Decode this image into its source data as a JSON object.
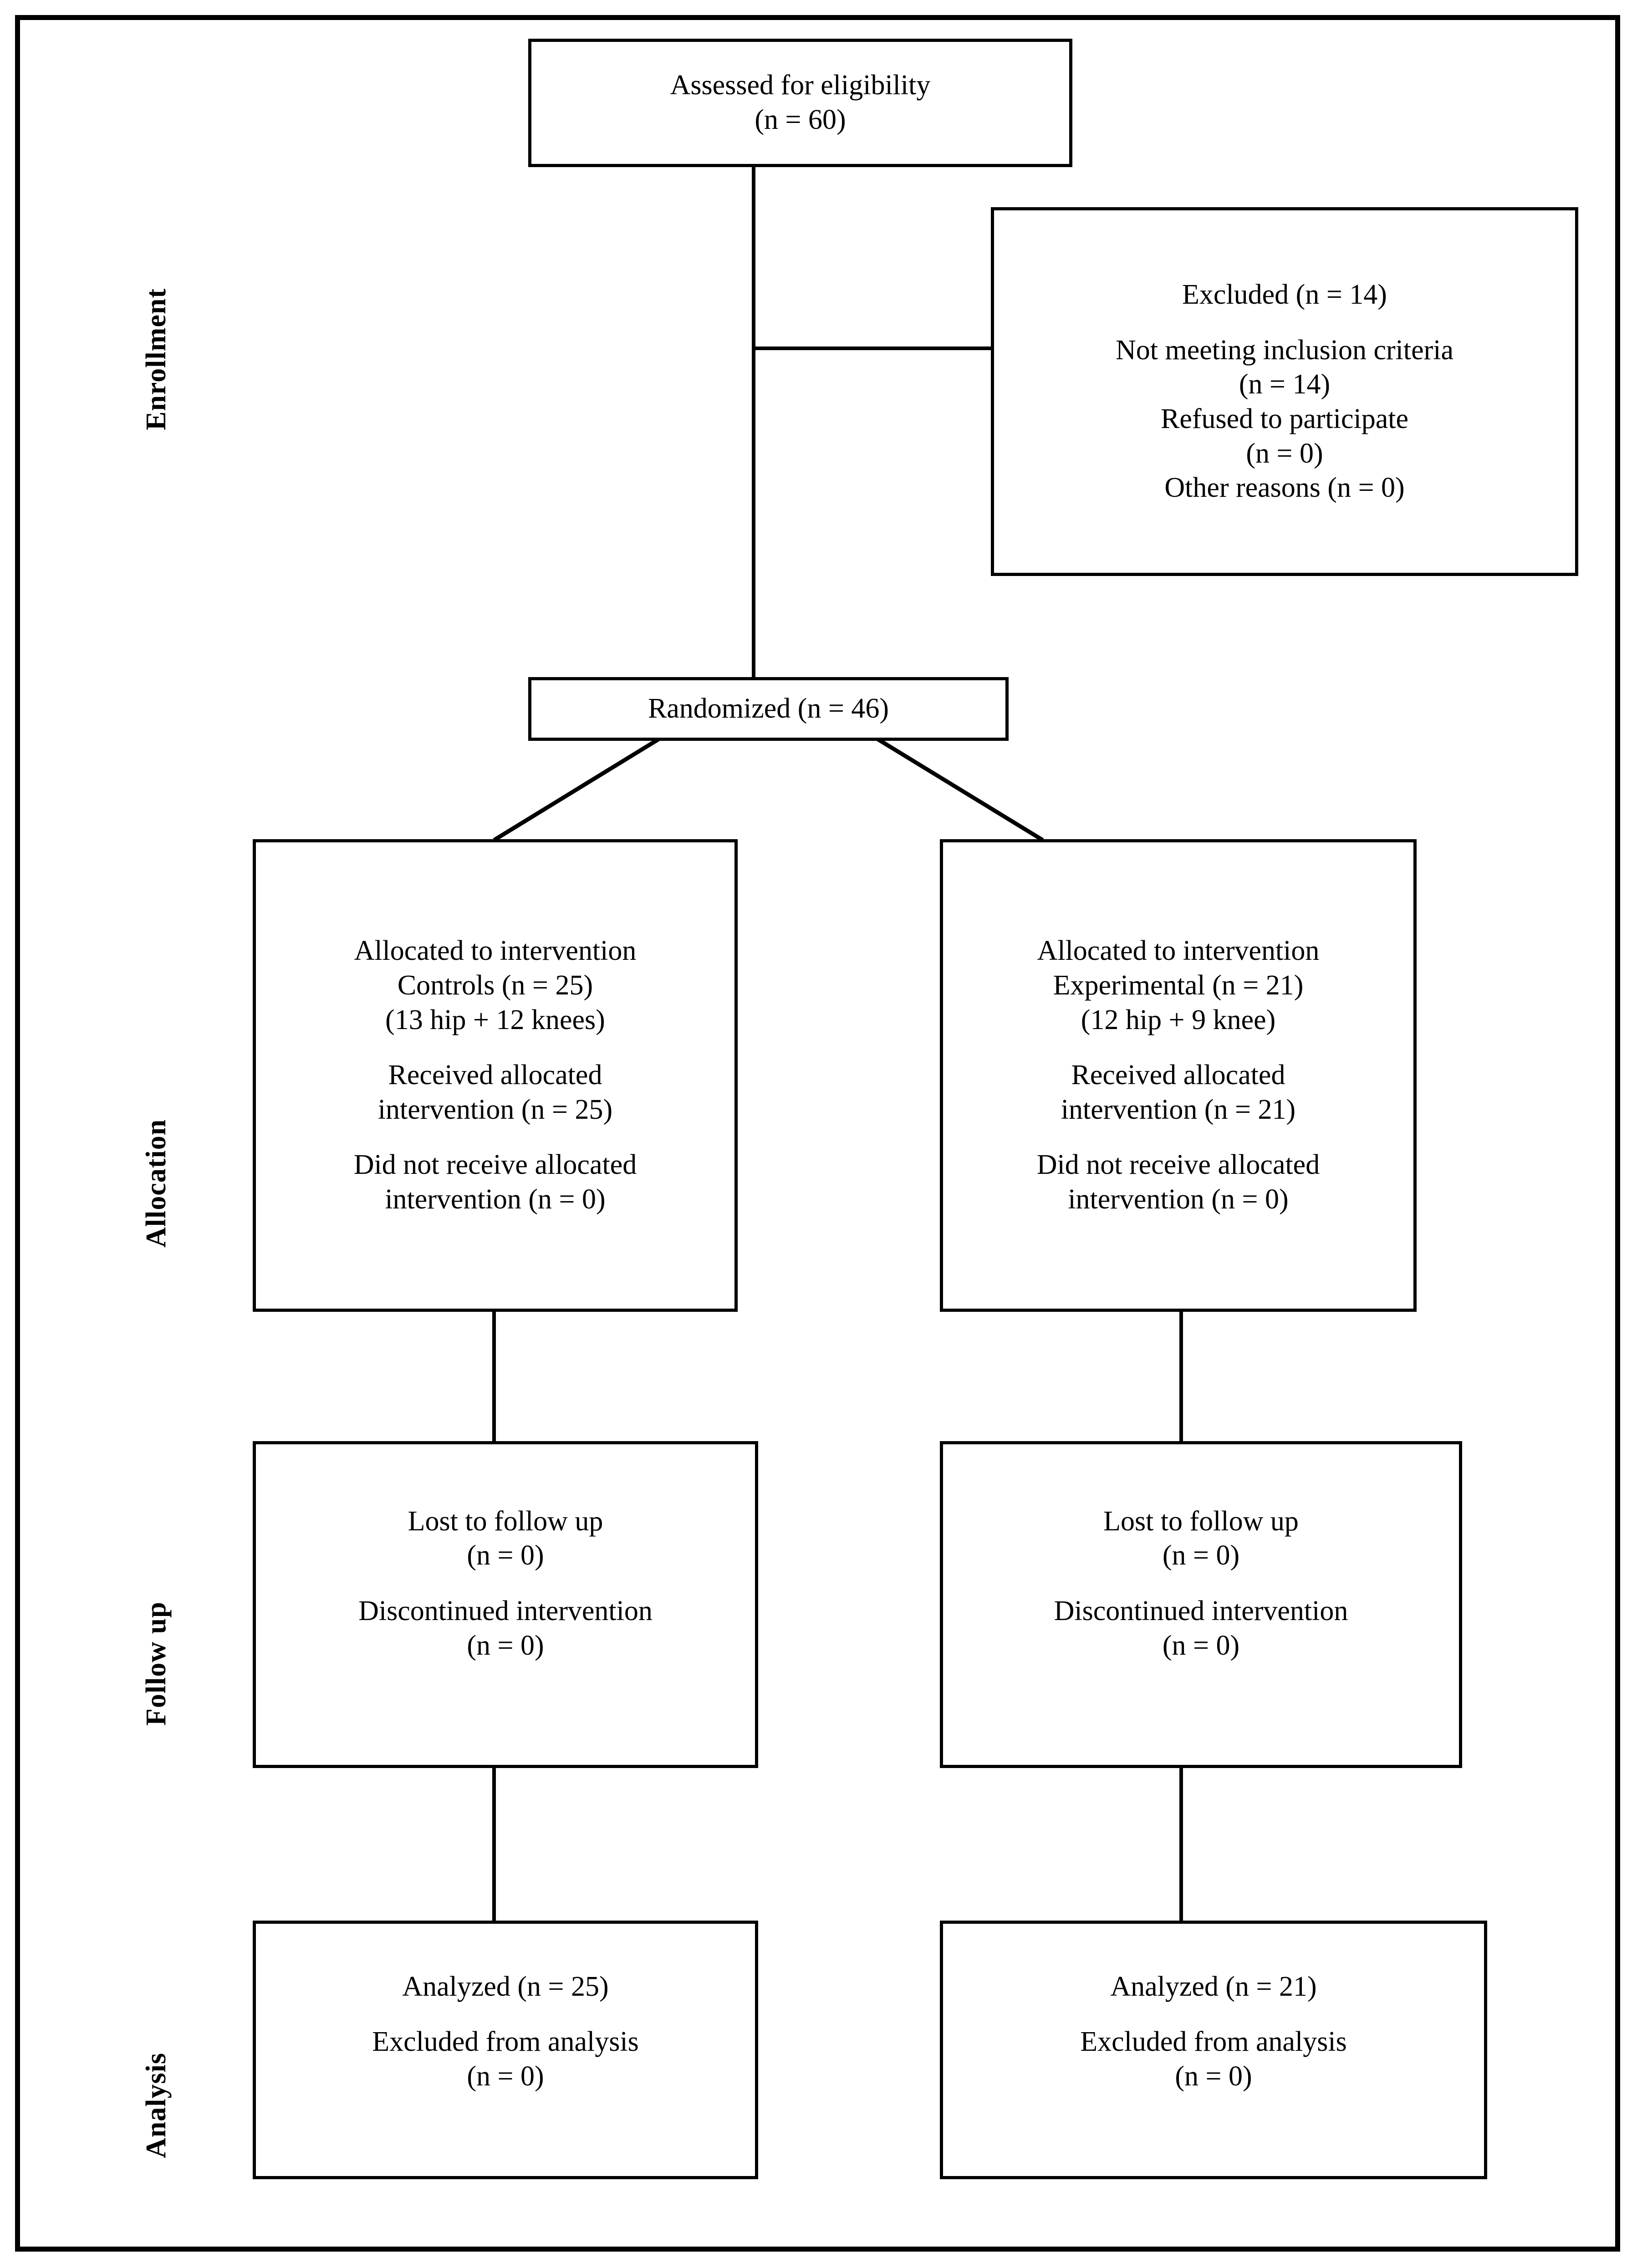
{
  "diagram": {
    "title": "CONSORT participant flow diagram",
    "frame_color": "#000000",
    "background_color": "#ffffff",
    "stages": [
      {
        "id": "enrollment",
        "label": "Enrollment"
      },
      {
        "id": "allocation",
        "label": "Allocation"
      },
      {
        "id": "followup",
        "label": "Follow up"
      },
      {
        "id": "analysis",
        "label": "Analysis"
      }
    ],
    "boxes": {
      "eligibility": {
        "name": "assessed-for-eligibility",
        "line1": "Assessed for eligibility",
        "line2": "(n = 60)"
      },
      "excluded": {
        "name": "excluded",
        "line1": "Excluded (n = 14)",
        "line2": "Not meeting inclusion criteria",
        "line3": "(n = 14)",
        "line4": "Refused to participate",
        "line5": "(n = 0)",
        "line6": "Other reasons (n = 0)"
      },
      "randomized": {
        "name": "randomized",
        "line1": "Randomized (n = 46)"
      },
      "allocation_left": {
        "name": "allocated-controls",
        "line1": "Allocated to intervention",
        "line2": "Controls (n = 25)",
        "line3": "(13 hip + 12 knees)",
        "line4": "Received allocated",
        "line5": "intervention (n = 25)",
        "line6": "Did not receive allocated",
        "line7": "intervention (n = 0)"
      },
      "allocation_right": {
        "name": "allocated-experimental",
        "line1": "Allocated to intervention",
        "line2": "Experimental (n = 21)",
        "line3": "(12 hip + 9 knee)",
        "line4": "Received allocated",
        "line5": "intervention (n = 21)",
        "line6": "Did not receive allocated",
        "line7": "intervention (n = 0)"
      },
      "followup_left": {
        "name": "follow-up-controls",
        "line1": "Lost to follow up",
        "line2": "(n = 0)",
        "line3": "Discontinued intervention",
        "line4": "(n = 0)"
      },
      "followup_right": {
        "name": "follow-up-experimental",
        "line1": "Lost to follow up",
        "line2": "(n = 0)",
        "line3": "Discontinued intervention",
        "line4": "(n = 0)"
      },
      "analysis_left": {
        "name": "analysis-controls",
        "line1": "Analyzed (n = 25)",
        "line2": "Excluded from analysis",
        "line3": "(n = 0)"
      },
      "analysis_right": {
        "name": "analysis-experimental",
        "line1": "Analyzed (n = 21)",
        "line2": "Excluded from analysis",
        "line3": "(n = 0)"
      }
    }
  },
  "chart_data": {
    "type": "diagram",
    "title": "CONSORT flow diagram",
    "nodes": [
      {
        "id": "eligibility",
        "stage": "Enrollment",
        "label": "Assessed for eligibility",
        "n": 60
      },
      {
        "id": "excluded",
        "stage": "Enrollment",
        "label": "Excluded",
        "n": 14,
        "reasons": [
          {
            "label": "Not meeting inclusion criteria",
            "n": 14
          },
          {
            "label": "Refused to participate",
            "n": 0
          },
          {
            "label": "Other reasons",
            "n": 0
          }
        ]
      },
      {
        "id": "randomized",
        "stage": "Enrollment",
        "label": "Randomized",
        "n": 46
      },
      {
        "id": "allocation_left",
        "stage": "Allocation",
        "label": "Allocated to intervention Controls",
        "n": 25,
        "detail": "13 hip + 12 knees",
        "received": 25,
        "not_received": 0
      },
      {
        "id": "allocation_right",
        "stage": "Allocation",
        "label": "Allocated to intervention Experimental",
        "n": 21,
        "detail": "12 hip + 9 knee",
        "received": 21,
        "not_received": 0
      },
      {
        "id": "followup_left",
        "stage": "Follow up",
        "lost": 0,
        "discontinued": 0
      },
      {
        "id": "followup_right",
        "stage": "Follow up",
        "lost": 0,
        "discontinued": 0
      },
      {
        "id": "analysis_left",
        "stage": "Analysis",
        "analyzed": 25,
        "excluded_from_analysis": 0
      },
      {
        "id": "analysis_right",
        "stage": "Analysis",
        "analyzed": 21,
        "excluded_from_analysis": 0
      }
    ],
    "edges": [
      {
        "from": "eligibility",
        "to": "excluded"
      },
      {
        "from": "eligibility",
        "to": "randomized"
      },
      {
        "from": "randomized",
        "to": "allocation_left"
      },
      {
        "from": "randomized",
        "to": "allocation_right"
      },
      {
        "from": "allocation_left",
        "to": "followup_left"
      },
      {
        "from": "allocation_right",
        "to": "followup_right"
      },
      {
        "from": "followup_left",
        "to": "analysis_left"
      },
      {
        "from": "followup_right",
        "to": "analysis_right"
      }
    ]
  }
}
